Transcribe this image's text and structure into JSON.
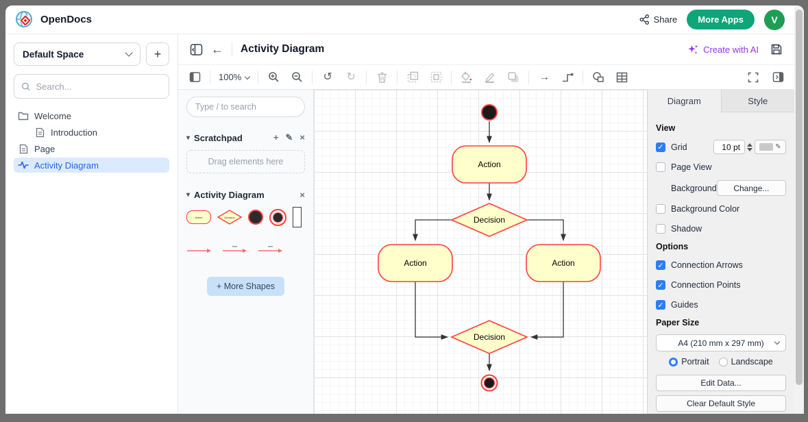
{
  "app": {
    "title": "OpenDocs"
  },
  "topbar": {
    "share": "Share",
    "more_apps": "More Apps",
    "avatar": "V"
  },
  "sidebar": {
    "space": "Default Space",
    "search_placeholder": "Search...",
    "tree": [
      {
        "label": "Welcome",
        "icon": "folder"
      },
      {
        "label": "Introduction",
        "icon": "document"
      },
      {
        "label": "Page",
        "icon": "document"
      },
      {
        "label": "Activity Diagram",
        "icon": "activity",
        "selected": true
      }
    ]
  },
  "header": {
    "title": "Activity Diagram",
    "create_ai": "Create with AI"
  },
  "toolbar": {
    "zoom": "100%"
  },
  "shapes": {
    "search_placeholder": "Type / to search",
    "scratchpad": {
      "title": "Scratchpad",
      "hint": "Drag elements here"
    },
    "section": {
      "title": "Activity Diagram"
    },
    "mini": {
      "action": "Action",
      "decision": "Decision"
    },
    "more_shapes": "+ More Shapes"
  },
  "diagram": {
    "nodes": {
      "start": "initial-node",
      "action1": "Action",
      "decision1": "Decision",
      "action2": "Action",
      "action3": "Action",
      "decision2": "Decision",
      "end": "final-node"
    },
    "colors": {
      "node_fill": "#ffffcc",
      "node_stroke": "#ff3d3d",
      "edge": "#333333"
    }
  },
  "panel": {
    "tabs": {
      "diagram": "Diagram",
      "style": "Style"
    },
    "view": {
      "title": "View",
      "grid": "Grid",
      "grid_size": "10 pt",
      "page_view": "Page View",
      "background": "Background",
      "change": "Change...",
      "background_color": "Background Color",
      "shadow": "Shadow"
    },
    "options": {
      "title": "Options",
      "connection_arrows": "Connection Arrows",
      "connection_points": "Connection Points",
      "guides": "Guides"
    },
    "paper": {
      "title": "Paper Size",
      "size": "A4 (210 mm x 297 mm)",
      "portrait": "Portrait",
      "landscape": "Landscape"
    },
    "buttons": {
      "edit_data": "Edit Data...",
      "clear_style": "Clear Default Style"
    }
  },
  "icons": {
    "plus": "+",
    "close": "×",
    "pencil": "✎",
    "back": "←",
    "undo": "↺",
    "redo": "↻",
    "arrow_right": "→",
    "caret": "▾",
    "check": "✓"
  }
}
